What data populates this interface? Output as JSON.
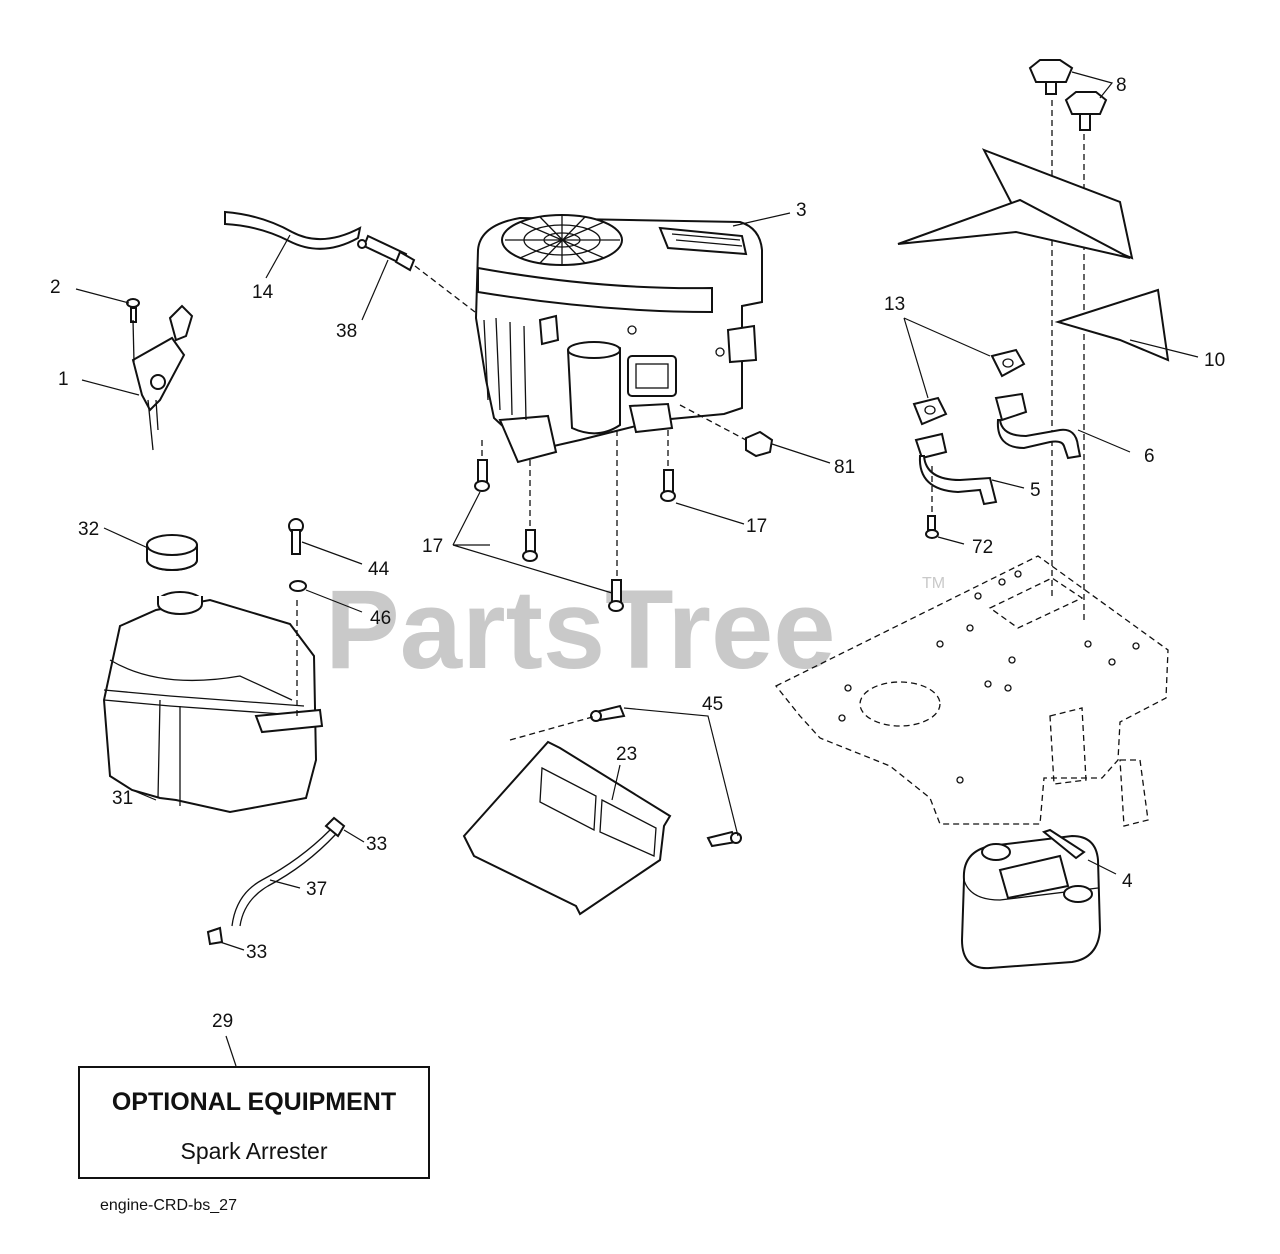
{
  "watermark": {
    "text": "PartsTree",
    "trademark": "TM"
  },
  "callouts": [
    {
      "id": "c1",
      "label": "1"
    },
    {
      "id": "c2",
      "label": "2"
    },
    {
      "id": "c3",
      "label": "3"
    },
    {
      "id": "c4",
      "label": "4"
    },
    {
      "id": "c5",
      "label": "5"
    },
    {
      "id": "c6",
      "label": "6"
    },
    {
      "id": "c8",
      "label": "8"
    },
    {
      "id": "c10",
      "label": "10"
    },
    {
      "id": "c13",
      "label": "13"
    },
    {
      "id": "c14",
      "label": "14"
    },
    {
      "id": "c17a",
      "label": "17"
    },
    {
      "id": "c17b",
      "label": "17"
    },
    {
      "id": "c23",
      "label": "23"
    },
    {
      "id": "c29",
      "label": "29"
    },
    {
      "id": "c31",
      "label": "31"
    },
    {
      "id": "c32",
      "label": "32"
    },
    {
      "id": "c33a",
      "label": "33"
    },
    {
      "id": "c33b",
      "label": "33"
    },
    {
      "id": "c37",
      "label": "37"
    },
    {
      "id": "c38",
      "label": "38"
    },
    {
      "id": "c44",
      "label": "44"
    },
    {
      "id": "c45",
      "label": "45"
    },
    {
      "id": "c46",
      "label": "46"
    },
    {
      "id": "c72",
      "label": "72"
    },
    {
      "id": "c81",
      "label": "81"
    }
  ],
  "optional_box": {
    "title": "OPTIONAL EQUIPMENT",
    "subtitle": "Spark Arrester"
  },
  "drawing_code": "engine-CRD-bs_27"
}
